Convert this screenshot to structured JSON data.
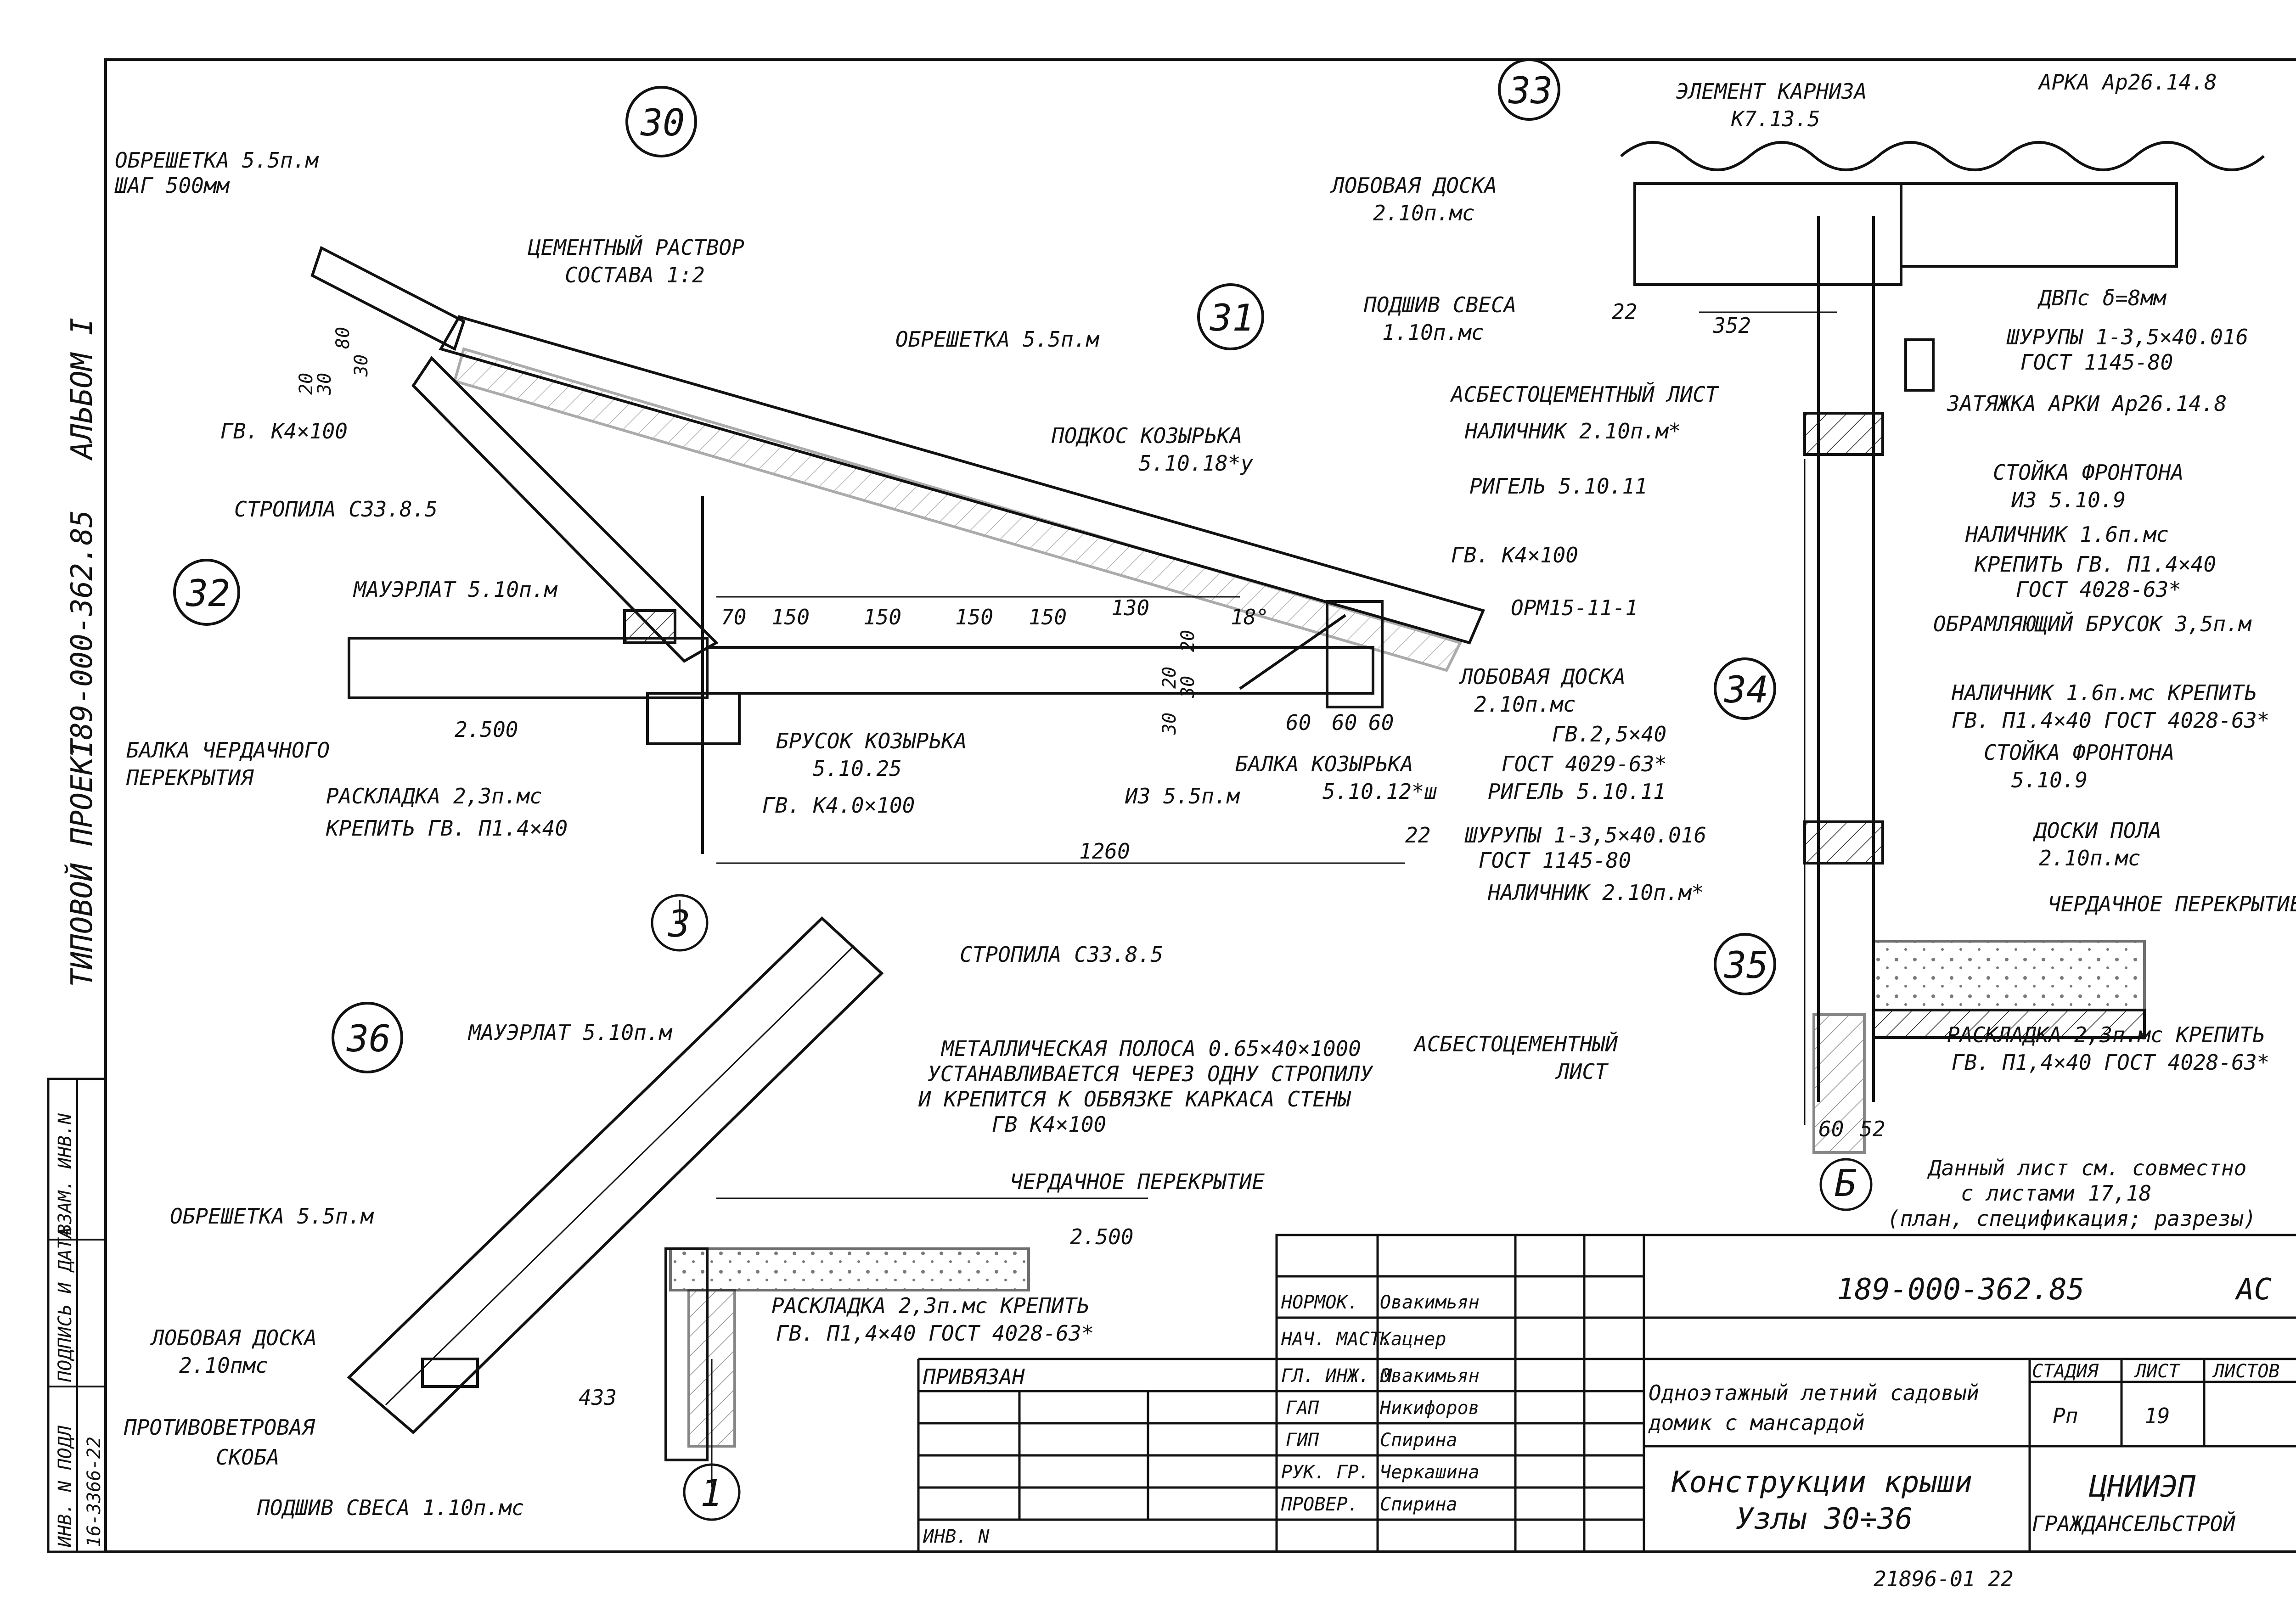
{
  "side_stamp": {
    "album": "АЛЬБОМ I",
    "project_code": "189-000-362.85",
    "project_type": "ТИПОВОЙ ПРОЕКТ",
    "inv_header": "ИНВ. N ПОДЛ",
    "sign_header": "ПОДПИСЬ И ДАТА",
    "replace_header": "ВЗАМ. ИНВ.N",
    "inv_value": "16-3366-22"
  },
  "node_labels": {
    "n30": "30",
    "n31": "31",
    "n32": "32",
    "n33": "33",
    "n34": "34",
    "n35": "35",
    "n36": "36",
    "axis3": "3",
    "axis1": "1",
    "axisB": "Б"
  },
  "annotations": {
    "obreshetka_pm": "ОБРЕШЕТКА 5.5п.м",
    "shag": "ШАГ 500мм",
    "cement": "ЦЕМЕНТНЫЙ РАСТВОР",
    "cement2": "СОСТАВА 1:2",
    "obreshetka_top": "ОБРЕШЕТКА 5.5п.м",
    "gv_k4_left": "ГВ. К4×100",
    "stropila_left": "СТРОПИЛА С33.8.5",
    "podkos": "ПОДКОС КОЗЫРЬКА",
    "podkos_code": "5.10.18*у",
    "gv_k4_right": "ГВ. К4×100",
    "mauerlat": "МАУЭРЛАТ 5.10п.м",
    "lobovaya_mid": "ЛОБОВАЯ ДОСКА",
    "lobovaya_mid_code": "2.10п.мс",
    "elev_mid": "2.500",
    "balka_cherd": "БАЛКА ЧЕРДАЧНОГО",
    "balka_cherd2": "ПЕРЕКРЫТИЯ",
    "brusok": "БРУСОК КОЗЫРЬКА",
    "brusok_code": "5.10.25",
    "balka_koz": "БАЛКА КОЗЫРЬКА",
    "balka_koz_code": "5.10.12*ш",
    "raskladka_mid": "РАСКЛАДКА 2,3п.мс",
    "krepit_mid": "КРЕПИТЬ ГВ. П1.4×40",
    "gv_k40": "ГВ. К4.0×100",
    "iz55": "ИЗ 5.5п.м",
    "angle18": "18°",
    "dims_top": [
      "70",
      "150",
      "150",
      "150",
      "150",
      "130"
    ],
    "dim_1260": "1260",
    "dim_22_mid": "22",
    "dims_vert": [
      "20",
      "30",
      "20",
      "30"
    ],
    "dims_small": [
      "60",
      "60",
      "60"
    ],
    "dims_30": [
      "20",
      "30",
      "80",
      "30"
    ],
    "elem_karniza": "ЭЛЕМЕНТ КАРНИЗА",
    "elem_code": "К7.13.5",
    "arka": "АРКА Ар26.14.8",
    "lobovaya_top": "ЛОБОВАЯ ДОСКА",
    "lobovaya_top_code": "2.10п.мс",
    "dvp": "ДВПс δ=8мм",
    "podshiv_top": "ПОДШИВ СВЕСА",
    "podshiv_top_code": "1.10п.мс",
    "dim_22_top": "22",
    "dim_352": "352",
    "shurupy_top": "ШУРУПЫ 1-3,5×40.016",
    "gost_top": "ГОСТ 1145-80",
    "asbest_top": "АСБЕСТОЦЕМЕНТНЫЙ ЛИСТ",
    "zatyazhka": "ЗАТЯЖКА АРКИ Ар26.14.8",
    "nalichnik_top": "НАЛИЧНИК 2.10п.м*",
    "stoyka_top": "СТОЙКА ФРОНТОНА",
    "stoyka_top_code": "ИЗ 5.10.9",
    "rigel_top": "РИГЕЛЬ 5.10.11",
    "nalichnik16": "НАЛИЧНИК 1.6п.мс",
    "krepit_16": "КРЕПИТЬ ГВ. П1.4×40",
    "gost_16": "ГОСТ 4028-63*",
    "orm": "ОРМ15-11-1",
    "obramlyayushchiy": "ОБРАМЛЯЮЩИЙ БРУСОК 3,5п.м",
    "nalichnik16b": "НАЛИЧНИК 1.6п.мс КРЕПИТЬ",
    "nalichnik16b_2": "ГВ. П1.4×40 ГОСТ 4028-63*",
    "gv25": "ГВ.2,5×40",
    "gost4029": "ГОСТ 4029-63*",
    "rigel_low": "РИГЕЛЬ 5.10.11",
    "stoyka_low": "СТОЙКА ФРОНТОНА",
    "stoyka_low_code": "5.10.9",
    "shurupy_low": "ШУРУПЫ 1-3,5×40.016",
    "gost_low": "ГОСТ 1145-80",
    "doski_pola": "ДОСКИ ПОЛА",
    "doski_code": "2.10п.мс",
    "nalichnik_low": "НАЛИЧНИК 2.10п.м*",
    "cherd_right": "ЧЕРДАЧНОЕ ПЕРЕКРЫТИЕ",
    "asbest_low": "АСБЕСТОЦЕМЕНТНЫЙ",
    "asbest_low2": "ЛИСТ",
    "raskladka_right": "РАСКЛАДКА 2,3п.мс КРЕПИТЬ",
    "raskladka_right2": "ГВ. П1,4×40 ГОСТ 4028-63*",
    "dims_right": [
      "60",
      "52"
    ],
    "note1": "Данный лист см. совместно",
    "note2": "с листами 17,18",
    "note3": "(план, спецификация; разрезы)",
    "stropila_bot": "СТРОПИЛА С33.8.5",
    "mauerlat_bot": "МАУЭРЛАТ 5.10п.м",
    "metal": "МЕТАЛЛИЧЕСКАЯ ПОЛОСА 0.65×40×1000",
    "metal2": "УСТАНАВЛИВАЕТСЯ ЧЕРЕЗ ОДНУ СТРОПИЛУ",
    "metal3": "И КРЕПИТСЯ К ОБВЯЗКЕ КАРКАСА СТЕНЫ",
    "metal4": "ГВ К4×100",
    "cherd_bot": "ЧЕРДАЧНОЕ ПЕРЕКРЫТИЕ",
    "elev_bot": "2.500",
    "obreshetka_bot": "ОБРЕШЕТКА 5.5п.м",
    "raskladka_bot": "РАСКЛАДКА 2,3п.мс КРЕПИТЬ",
    "raskladka_bot2": "ГВ. П1,4×40 ГОСТ 4028-63*",
    "lobovaya_bot": "ЛОБОВАЯ ДОСКА",
    "lobovaya_bot_code": "2.10пмс",
    "protivo": "ПРОТИВОВЕТРОВАЯ",
    "skoba": "СКОБА",
    "dim_433": "433",
    "podshiv_bot": "ПОДШИВ СВЕСА 1.10п.мс"
  },
  "title_block": {
    "doc_code": "189-000-362.85",
    "mark": "АС",
    "privyazan": "ПРИВЯЗАН",
    "inv": "ИНВ. N",
    "roles": [
      "НОРМОК.",
      "НАЧ. МАСТ.",
      "ГЛ. ИНЖ. М",
      "ГАП",
      "ГИП",
      "РУК. ГР.",
      "ПРОВЕР."
    ],
    "names": [
      "Овакимьян",
      "Кацнер",
      "Овакимьян",
      "Никифоров",
      "Спирина",
      "Черкашина",
      "Спирина"
    ],
    "object1": "Одноэтажный летний садовый",
    "object2": "домик с мансардой",
    "stage_hdr": "СТАДИЯ",
    "sheet_hdr": "ЛИСТ",
    "sheets_hdr": "ЛИСТОВ",
    "stage": "Рп",
    "sheet": "19",
    "sheet_title1": "Конструкции крыши",
    "sheet_title2": "Узлы 30÷36",
    "org1": "ЦНИИЭП",
    "org2": "ГРАЖДАНСЕЛЬСТРОЙ",
    "footer": "21896-01  22"
  }
}
